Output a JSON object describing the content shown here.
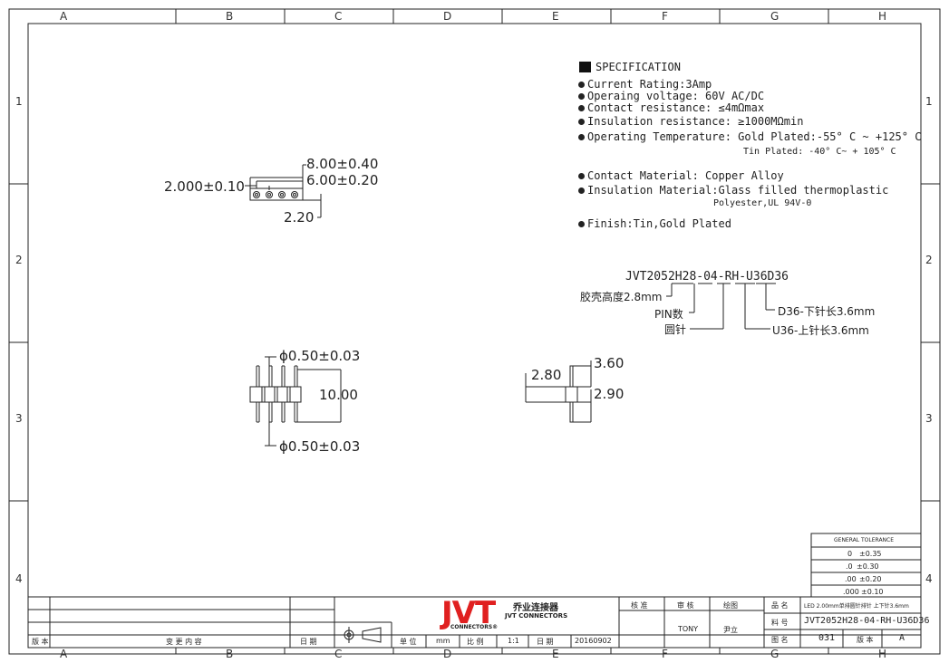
{
  "zones": {
    "columns": [
      "A",
      "B",
      "C",
      "D",
      "E",
      "F",
      "G",
      "H"
    ],
    "rows": [
      "1",
      "2",
      "3",
      "4"
    ]
  },
  "specification": {
    "title": "SPECIFICATION",
    "items": [
      "Current Rating:3Amp",
      "Operaing voltage: 60V AC/DC",
      "Contact resistance: ≤4mΩmax",
      "Insulation resistance: ≥1000MΩmin",
      "Operating Temperature: Gold Plated:-55° C ~ +125° C",
      "Contact Material: Copper Alloy",
      "Insulation Material:Glass filled thermoplastic",
      "Finish:Tin,Gold Plated"
    ],
    "tin_plated": "Tin Plated:   -40° C~ + 105° C",
    "polyester": "Polyester,UL 94V-0"
  },
  "part_code": {
    "code": "JVT2052H28-04-RH-U36D36",
    "labels": {
      "height": "胶壳高度2.8mm",
      "pins": "PIN数",
      "round": "圆针",
      "upper": "U36-上针长3.6mm",
      "lower": "D36-下针长3.6mm"
    }
  },
  "dimensions": {
    "top_pitch": "2.000±0.10",
    "top_length": "8.00±0.40",
    "top_inner": "6.00±0.20",
    "top_width": "2.20",
    "front_pin_top": "ϕ0.50±0.03",
    "front_pin_bottom": "ϕ0.50±0.03",
    "front_height": "10.00",
    "side_body": "2.80",
    "side_upper": "3.60",
    "side_lower": "2.90"
  },
  "tolerance": {
    "title": "GENERAL TOLERANCE",
    "rows": [
      {
        "place": "0",
        "value": "±0.35"
      },
      {
        "place": ".0",
        "value": "±0.30"
      },
      {
        "place": ".00",
        "value": "±0.20"
      },
      {
        "place": ".000",
        "value": "±0.10"
      }
    ]
  },
  "title_block": {
    "logo": "JVT",
    "logo_sub": "CONNECTORS®",
    "company_cn": "乔业连接器",
    "company_en": "JVT CONNECTORS",
    "rev_label": "版 本",
    "change_label": "变 更 内 容",
    "date_label": "日 期",
    "unit_label": "单 位",
    "unit_value": "mm",
    "scale_label": "比 例",
    "scale_value": "1:1",
    "date_label2": "日 期",
    "date_value": "20160902",
    "approve_label": "核 准",
    "check_label": "审 核",
    "draw_label": "绘图",
    "checker": "TONY",
    "drawer": "尹立",
    "name_label": "品 名",
    "name_value": "LED 2.00mm单排圆针排针 上下针3.6mm",
    "part_label": "料 号",
    "part_value": "JVT2052H28-04-RH-U36D36",
    "drawing_label": "图 名",
    "drawing_value": "031",
    "version_label": "版 本",
    "version_value": "A"
  }
}
